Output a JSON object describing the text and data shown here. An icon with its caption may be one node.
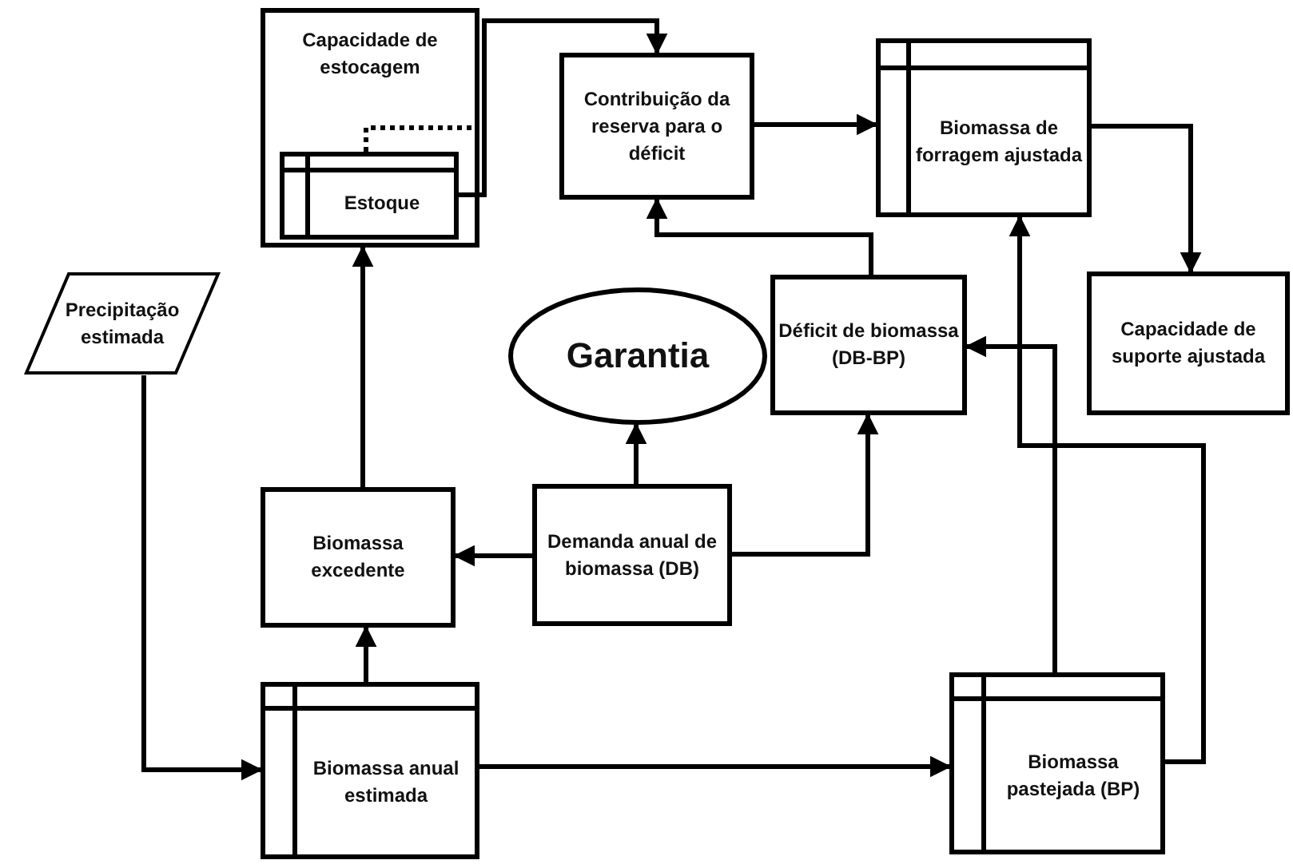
{
  "diagram": {
    "nodes": [
      {
        "text": [
          "Capacidade de estocagem"
        ]
      },
      {
        "text": [
          "Estoque"
        ],
        "in": 0
      },
      {
        "text": [
          "Contribuição da reserva para o déficit"
        ]
      },
      {
        "text": [
          "Biomassa de forragem ajustada"
        ]
      },
      {
        "text": [
          "Precipitação estimada"
        ]
      },
      {
        "text": [
          "Garantia"
        ]
      },
      {
        "text": [
          "Déficit de biomassa (DB-BP)"
        ]
      },
      {
        "text": [
          "Capacidade de suporte ajustada"
        ]
      },
      {
        "text": [
          "Biomassa excedente"
        ]
      },
      {
        "text": [
          "Demanda anual de biomassa (DB)"
        ]
      },
      {
        "text": [
          "Biomassa anual estimada"
        ]
      },
      {
        "text": [
          "Biomassa pastejada (BP)"
        ]
      }
    ],
    "edges": [
      {
        "from": 1,
        "to": 2,
        "arrow": "to"
      },
      {
        "from": 2,
        "to": 3,
        "arrow": "to"
      },
      {
        "from": 3,
        "to": 7,
        "arrow": "to"
      },
      {
        "from": 6,
        "to": 2,
        "arrow": "to"
      },
      {
        "from": 9,
        "to": 5,
        "arrow": "to"
      },
      {
        "from": 9,
        "to": 8,
        "arrow": "to"
      },
      {
        "from": 9,
        "to": 6,
        "arrow": "to"
      },
      {
        "from": 8,
        "to": 0,
        "arrow": "to"
      },
      {
        "from": 10,
        "to": 8,
        "arrow": "to"
      },
      {
        "from": 4,
        "to": 10,
        "arrow": "to"
      },
      {
        "from": 10,
        "to": 11,
        "arrow": "to"
      },
      {
        "from": 11,
        "to": 3,
        "arrow": "to"
      },
      {
        "from": 11,
        "to": 6,
        "arrow": "to"
      },
      {
        "from": 1,
        "to": 0,
        "arrow": "none",
        "style": "dashed"
      }
    ]
  }
}
